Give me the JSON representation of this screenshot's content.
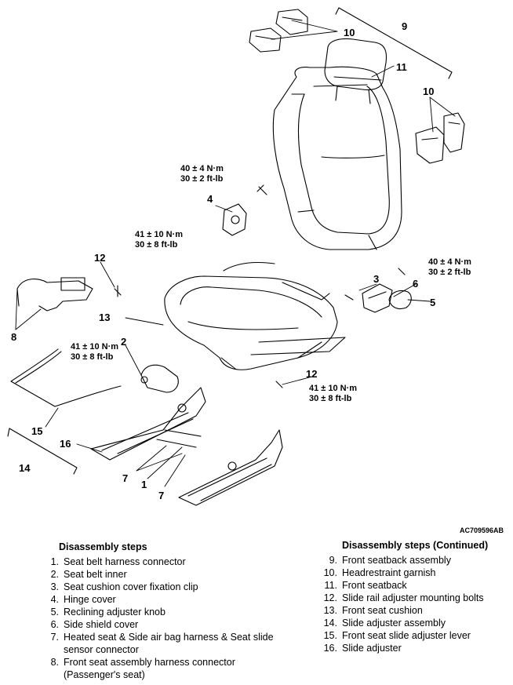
{
  "figure_id": "AC709596AB",
  "callouts": {
    "c1": "1",
    "c2": "2",
    "c3": "3",
    "c4": "4",
    "c5": "5",
    "c6": "6",
    "c7": "7",
    "c8": "8",
    "c9": "9",
    "c10": "10",
    "c11": "11",
    "c12": "12",
    "c13": "13",
    "c14": "14",
    "c15": "15",
    "c16": "16"
  },
  "torques": {
    "t40_nm": "40 ± 4 N·m",
    "t40_ftlb": "30 ± 2 ft-lb",
    "t41_nm": "41 ± 10 N·m",
    "t41_ftlb": "30 ± 8 ft-lb"
  },
  "steps_left": {
    "title": "Disassembly steps",
    "items": [
      {
        "num": "1.",
        "text": "Seat belt harness connector"
      },
      {
        "num": "2.",
        "text": "Seat belt inner"
      },
      {
        "num": "3.",
        "text": "Seat cushion cover fixation clip"
      },
      {
        "num": "4.",
        "text": "Hinge cover"
      },
      {
        "num": "5.",
        "text": "Reclining adjuster knob"
      },
      {
        "num": "6.",
        "text": "Side shield cover"
      },
      {
        "num": "7.",
        "text": "Heated seat & Side air bag harness & Seat slide sensor connector"
      },
      {
        "num": "8.",
        "text": "Front seat assembly harness connector (Passenger's seat)"
      }
    ]
  },
  "steps_right": {
    "title": "Disassembly steps (Continued)",
    "items": [
      {
        "num": "9.",
        "text": "Front seatback assembly"
      },
      {
        "num": "10.",
        "text": "Headrestraint garnish"
      },
      {
        "num": "11.",
        "text": "Front seatback"
      },
      {
        "num": "12.",
        "text": "Slide rail adjuster mounting bolts"
      },
      {
        "num": "13.",
        "text": "Front seat cushion"
      },
      {
        "num": "14.",
        "text": "Slide adjuster assembly"
      },
      {
        "num": "15.",
        "text": "Front seat slide adjuster lever"
      },
      {
        "num": "16.",
        "text": "Slide adjuster"
      }
    ]
  }
}
